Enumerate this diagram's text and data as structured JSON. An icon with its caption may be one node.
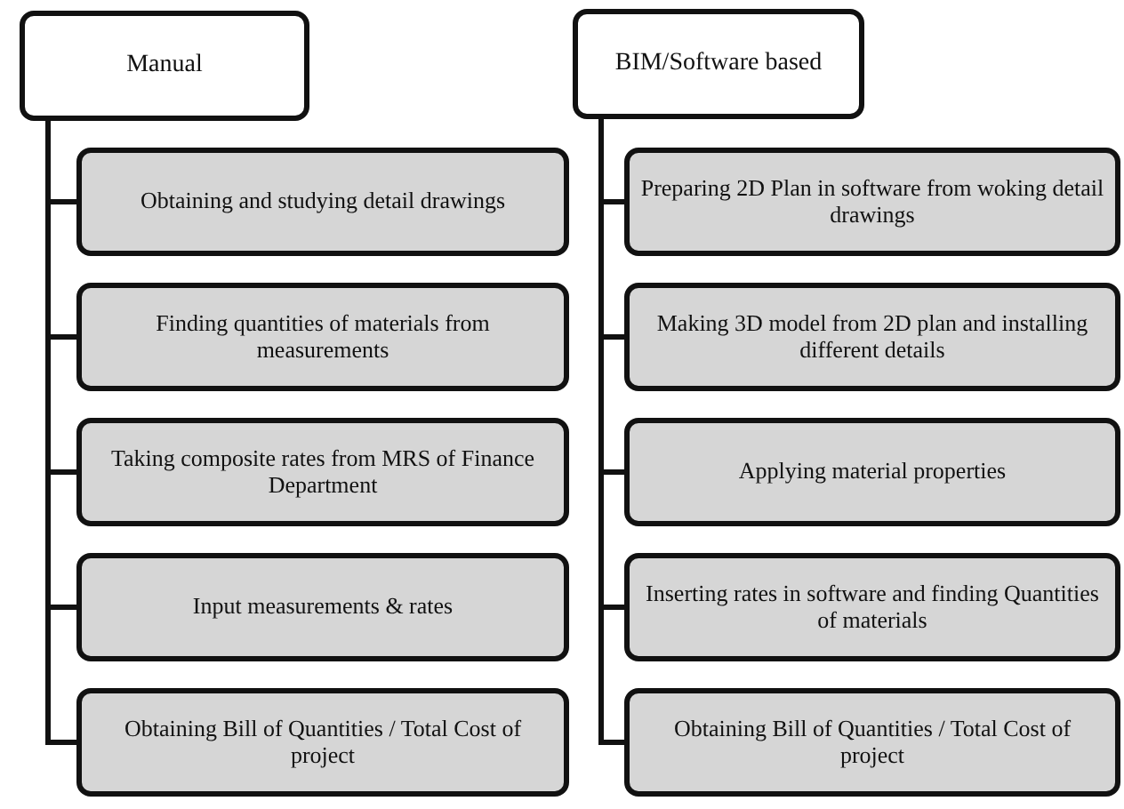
{
  "diagram": {
    "nodes": [
      {
        "text": [
          "Manual"
        ]
      },
      {
        "text": [
          "Obtaining and studying detail drawings"
        ]
      },
      {
        "text": [
          "Finding quantities of materials from measurements"
        ]
      },
      {
        "text": [
          "Taking composite rates from MRS of Finance Department"
        ]
      },
      {
        "text": [
          "Input measurements & rates"
        ]
      },
      {
        "text": [
          "Obtaining Bill of Quantities / Total Cost of project"
        ]
      },
      {
        "text": [
          "BIM/Software based"
        ]
      },
      {
        "text": [
          "Preparing 2D Plan in software from woking detail drawings"
        ]
      },
      {
        "text": [
          "Making 3D model from 2D plan and installing different details"
        ]
      },
      {
        "text": [
          "Applying material properties"
        ]
      },
      {
        "text": [
          "Inserting rates in software and finding Quantities of materials"
        ]
      },
      {
        "text": [
          "Obtaining Bill of Quantities / Total Cost of project"
        ]
      }
    ],
    "edges": [
      {
        "from": 0,
        "to": 1,
        "arrow": "none"
      },
      {
        "from": 0,
        "to": 2,
        "arrow": "none"
      },
      {
        "from": 0,
        "to": 3,
        "arrow": "none"
      },
      {
        "from": 0,
        "to": 4,
        "arrow": "none"
      },
      {
        "from": 0,
        "to": 5,
        "arrow": "none"
      },
      {
        "from": 6,
        "to": 7,
        "arrow": "none"
      },
      {
        "from": 6,
        "to": 8,
        "arrow": "none"
      },
      {
        "from": 6,
        "to": 9,
        "arrow": "none"
      },
      {
        "from": 6,
        "to": 10,
        "arrow": "none"
      },
      {
        "from": 6,
        "to": 11,
        "arrow": "none"
      }
    ]
  }
}
